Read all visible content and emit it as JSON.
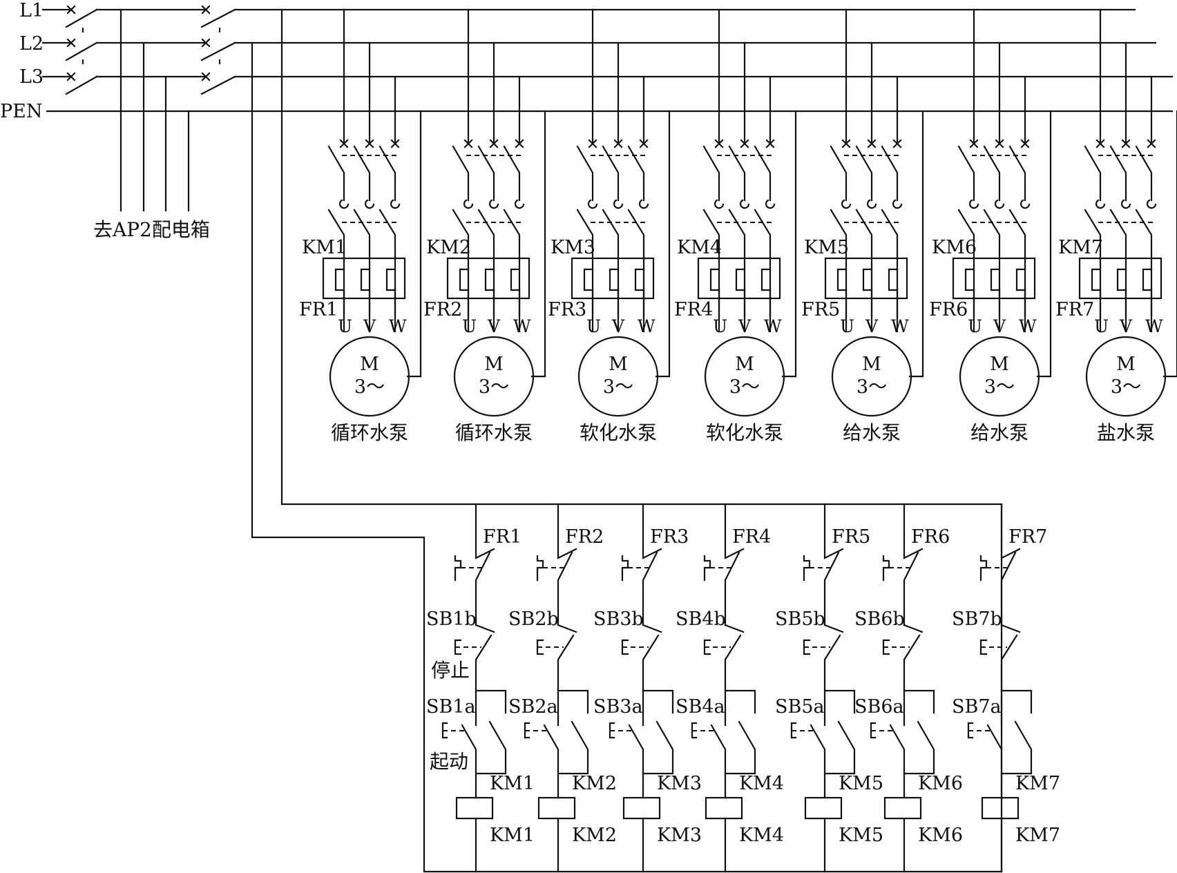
{
  "buses": [
    "L1",
    "L2",
    "L3",
    "PEN"
  ],
  "feeder_label": "去AP2配电箱",
  "motor_text": {
    "line1": "M",
    "line2": "3～"
  },
  "terminals": [
    "U",
    "V",
    "W"
  ],
  "control": {
    "stop_label": "停止",
    "start_label": "起动"
  },
  "branches": [
    {
      "km": "KM1",
      "fr": "FR1",
      "pump": "循环水泵",
      "sbb": "SB1b",
      "sba": "SB1a"
    },
    {
      "km": "KM2",
      "fr": "FR2",
      "pump": "循环水泵",
      "sbb": "SB2b",
      "sba": "SB2a"
    },
    {
      "km": "KM3",
      "fr": "FR3",
      "pump": "软化水泵",
      "sbb": "SB3b",
      "sba": "SB3a"
    },
    {
      "km": "KM4",
      "fr": "FR4",
      "pump": "软化水泵",
      "sbb": "SB4b",
      "sba": "SB4a"
    },
    {
      "km": "KM5",
      "fr": "FR5",
      "pump": "给水泵",
      "sbb": "SB5b",
      "sba": "SB5a"
    },
    {
      "km": "KM6",
      "fr": "FR6",
      "pump": "给水泵",
      "sbb": "SB6b",
      "sba": "SB6a"
    },
    {
      "km": "KM7",
      "fr": "FR7",
      "pump": "盐水泵",
      "sbb": "SB7b",
      "sba": "SB7a"
    }
  ]
}
